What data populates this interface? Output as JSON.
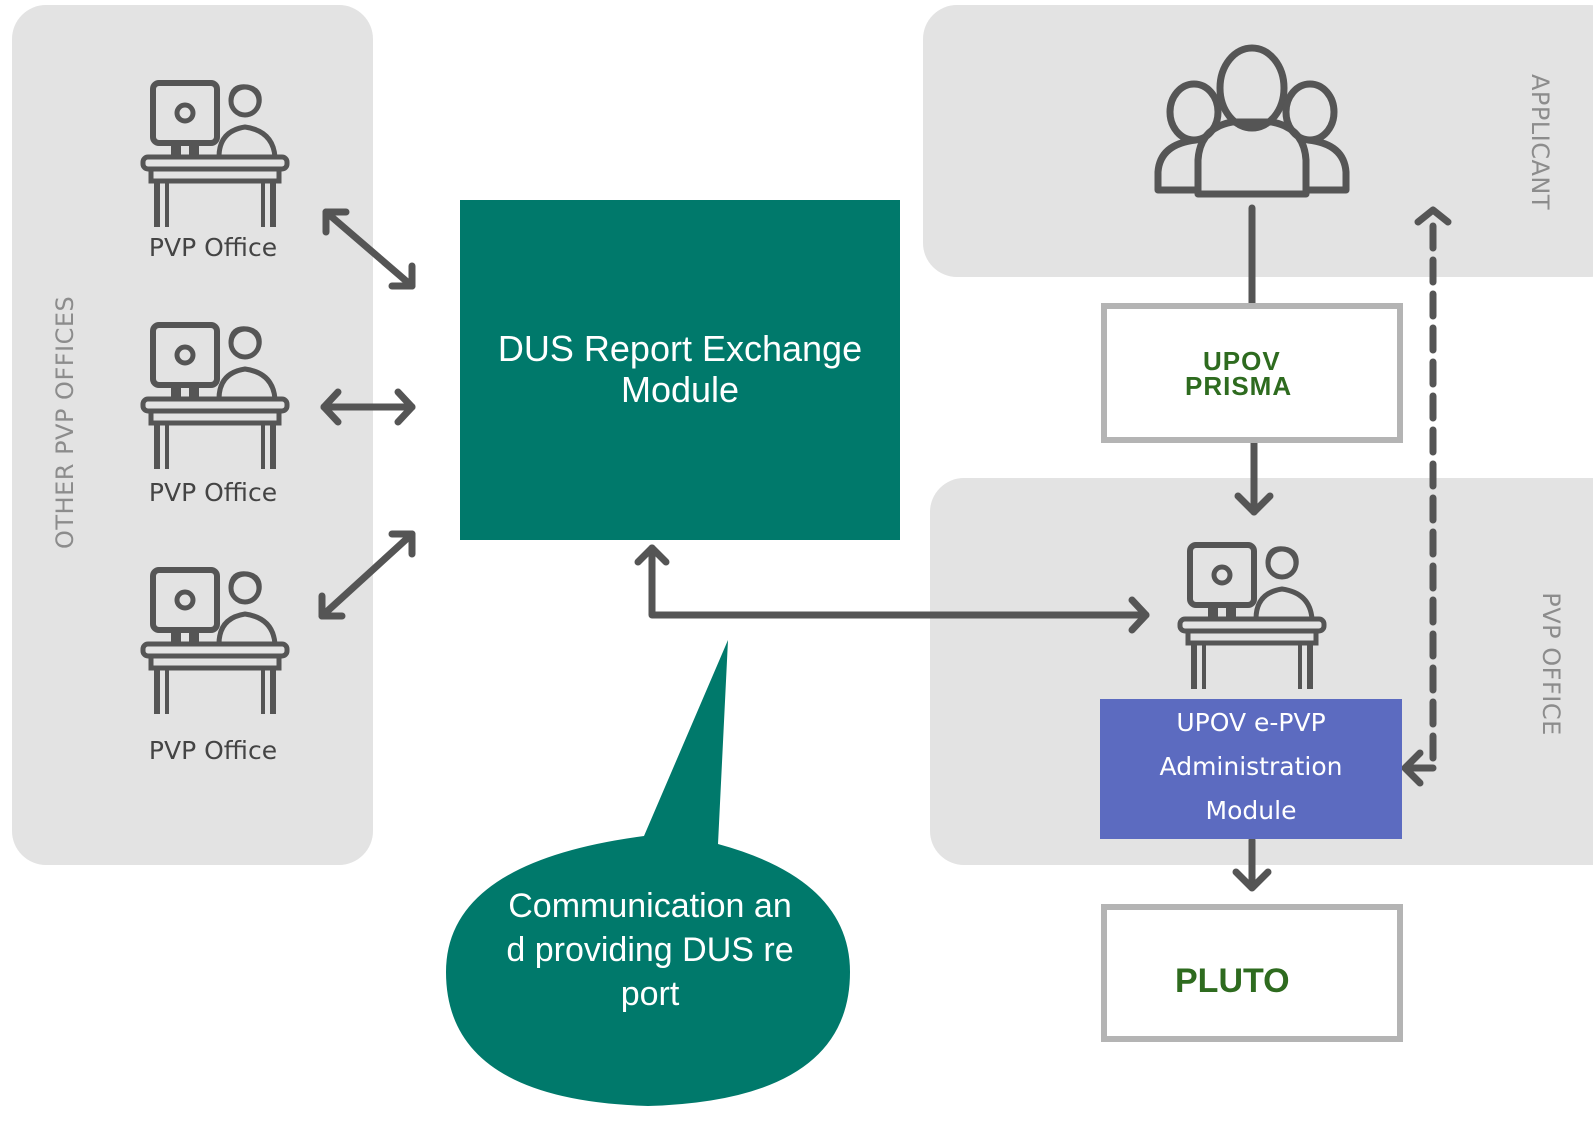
{
  "panels": {
    "other_offices_label": "OTHER PVP OFFICES",
    "applicant_label": "APPLICANT",
    "pvp_office_label": "PVP OFFICE"
  },
  "offices": [
    {
      "label": "PVP Office"
    },
    {
      "label": "PVP Office"
    },
    {
      "label": "PVP Office"
    }
  ],
  "dus_module": {
    "title": "DUS Report Exchange Module"
  },
  "bubble": {
    "text": "Communication and providing  DUS report"
  },
  "prisma_logo": {
    "line1": "UPOV",
    "line2": "PRISMA"
  },
  "epvp": {
    "line1": "UPOV e-PVP",
    "line2": "Administration",
    "line3": "Module"
  },
  "pluto_logo": {
    "text": "PLUTO"
  },
  "colors": {
    "panel": "#e3e3e3",
    "teal": "#00796b",
    "epvp": "#5c6bc0",
    "arrow": "#555555",
    "logo_green": "#2e6b1f"
  },
  "icons": [
    "workstation-icon",
    "users-group-icon",
    "leaf-icon",
    "seed-icon"
  ]
}
